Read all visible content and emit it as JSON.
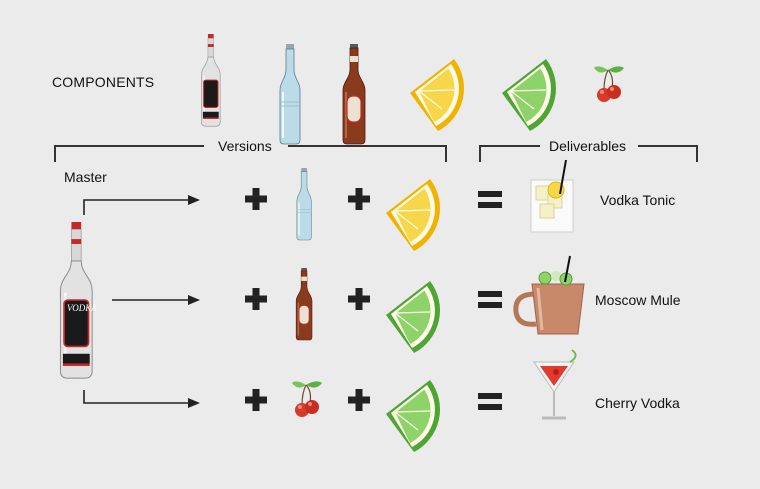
{
  "components_label": "COMPONENTS",
  "vodka_label": "VODKA",
  "sections": {
    "versions": "Versions",
    "deliverables": "Deliverables"
  },
  "master_label": "Master",
  "icons": [
    "vodka-bottle",
    "tonic-bottle",
    "beer-bottle",
    "lemon-wedge",
    "lime-wedge",
    "cherries",
    "plus",
    "equals",
    "arrow",
    "tonic-glass",
    "copper-mug",
    "martini-glass"
  ],
  "rows": [
    {
      "ingredients": [
        "tonic-bottle",
        "lemon-wedge"
      ],
      "deliverable": "Vodka Tonic"
    },
    {
      "ingredients": [
        "beer-bottle",
        "lime-wedge"
      ],
      "deliverable": "Moscow Mule"
    },
    {
      "ingredients": [
        "cherries",
        "lime-wedge"
      ],
      "deliverable": "Cherry Vodka"
    }
  ],
  "colors": {
    "background": "#ebebeb",
    "lemon": "#f5c518",
    "lime": "#6cc04a",
    "cherry": "#d83a2a",
    "copper": "#c7896a",
    "tonic": "#b7d6e4",
    "beer": "#8a3b1e"
  }
}
